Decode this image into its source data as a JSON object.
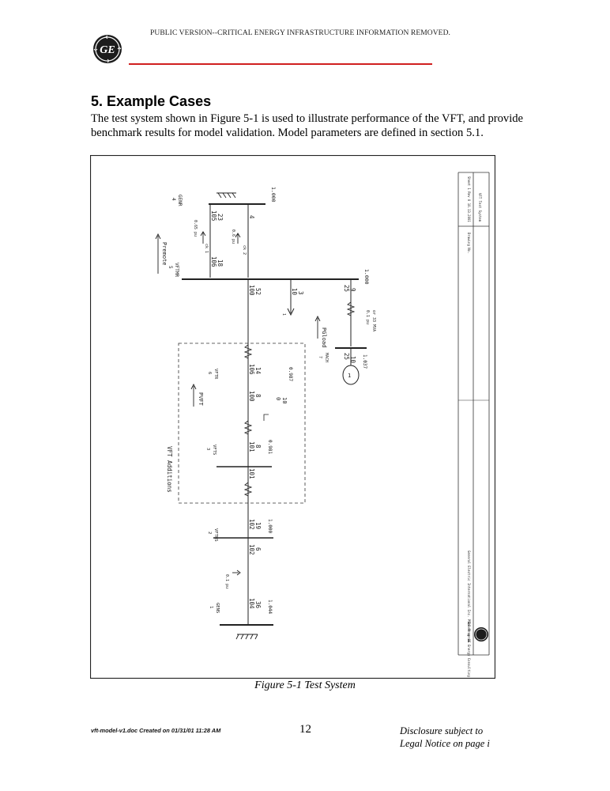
{
  "header": {
    "banner": "PUBLIC VERSION--CRITICAL ENERGY INFRASTRUCTURE INFORMATION REMOVED.",
    "logo_text": "GE",
    "accent_color": "#d01f1f"
  },
  "section": {
    "heading": "5.  Example Cases",
    "intro": "The test system shown in Figure 5-1 is used to illustrate performance of the VFT, and provide benchmark results for model validation.  Model parameters are defined in section 5.1."
  },
  "figure": {
    "caption": "Figure 5-1 Test System",
    "labels": {
      "genr": "GENR",
      "genr_num": "4",
      "genr_v": "1.000",
      "vftmr": "VFTMR",
      "vftmr_num": "5",
      "pi_105": "105",
      "q_23": "23",
      "q_4": "4",
      "p_106": "106",
      "q_18": "18",
      "pu_065": "0.65 pu",
      "pu_06": "0.6 pu",
      "ck1": "ck 1",
      "ck2": "ck 2",
      "premote": "Premote",
      "main_v": "1.000",
      "p_100": "100",
      "q_52": "52",
      "p_10": "10",
      "q_3": "3",
      "load_1": "1",
      "p_25": "25",
      "q_9": "9",
      "pu_01": "0.1 pu",
      "mva_33": "or 33 MVA",
      "pgload": "PGload",
      "mach": "MACH",
      "mach_num": "7",
      "mach_v": "1.037",
      "p_25b": "25",
      "q_10": "10",
      "vftr": "VFTR",
      "vftr_num": "6",
      "p_106b": "106",
      "q_14": "14",
      "v_0987": "0.987",
      "pvft": "PVFT",
      "p_100b": "100",
      "q_8": "8",
      "q_0": "0",
      "q_10b": "10",
      "vfts": "VFTS",
      "vfts_num": "3",
      "p_101": "101",
      "q_r": "8",
      "v_0981": "0.981",
      "p_101b": "101",
      "vft_additions": "VFT Additions",
      "vfths": "VFTHS",
      "vfths_num": "2",
      "p_102": "102",
      "q_19": "19",
      "vfths_v": "1.000",
      "p_102b": "102",
      "q_6": "6",
      "pu_01b": "0.1 pu",
      "gens": "GENS",
      "gens_num": "1",
      "p_104": "104",
      "q_36": "36",
      "gens_v": "1.044"
    },
    "title_block": {
      "block_a": "Sheet 1  Rev 0  10.13.2001",
      "block_b": "VFT Test System",
      "block_c": "Drawing No.",
      "block_d": "General Electric International Inc.  PSLF Program",
      "block_e": "Based on GE Energy Consulting"
    }
  },
  "footer": {
    "file_info": "vft-model-v1.doc Created on 01/31/01 11:28 AM",
    "page_number": "12",
    "disclosure_line1": "Disclosure subject to",
    "disclosure_line2": "Legal Notice on page i"
  }
}
